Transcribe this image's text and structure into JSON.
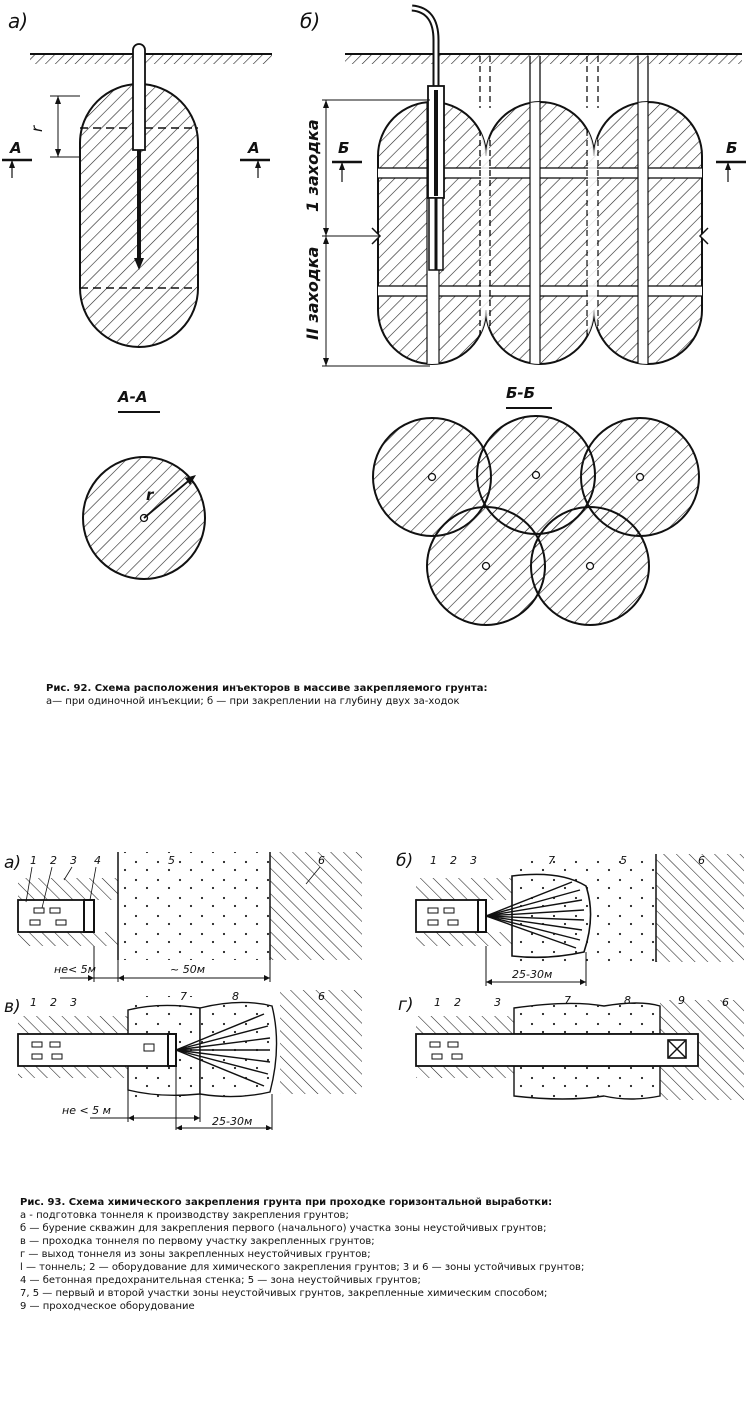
{
  "fig92": {
    "label_a": "а)",
    "label_b": "б)",
    "radius_label": "r",
    "section_a_left": "А",
    "section_a_right": "А",
    "section_b_left": "Б",
    "section_b_right": "Б",
    "zahodka_1": "1 заходка",
    "zahodka_2": "II заходка",
    "section_aa": "А-А",
    "section_bb": "Б-Б",
    "caption_title": "Рис. 92. Схема расположения инъекторов в массиве закрепляемого грунта:",
    "caption_text": "а— при одиночной инъекции; б — при закреплении на глубину двух за-ходок"
  },
  "fig93": {
    "label_a": "а)",
    "label_b": "б)",
    "label_v": "в)",
    "label_g": "г)",
    "a_nums": [
      "1",
      "2",
      "3",
      "4",
      "5",
      "6"
    ],
    "b_nums": [
      "1",
      "2",
      "3",
      "7",
      "5",
      "6"
    ],
    "v_nums": [
      "1",
      "2",
      "3",
      "7",
      "8",
      "6"
    ],
    "g_nums": [
      "1",
      "2",
      "3",
      "7",
      "8",
      "9",
      "6"
    ],
    "dim_ne5_a": "не< 5м",
    "dim_50": "~ 50м",
    "dim_2530_b": "25-30м",
    "dim_ne5_v": "не < 5 м",
    "dim_2530_v": "25-30м",
    "caption_title": "Рис. 93. Схема химического закрепления грунта при проходке горизонтальной выработки:",
    "caption_lines": [
      "а - подготовка тоннеля к производству закрепления грунтов;",
      "б — бурение скважин для закрепления первого (начального) участка зоны неустойчивых грунтов;",
      "в — проходка тоннеля по первому участку закрепленных грунтов;",
      "г — выход тоннеля из зоны закрепленных неустойчивых грунтов;",
      "l — тоннель; 2 — оборудование для химического закрепления грунтов; 3 и 6 — зоны устойчивых грунтов;",
      "4 — бетонная предохранительная стенка; 5 — зона неустойчивых грунтов;",
      "7, 5 — первый и второй участки зоны неустойчивых грунтов, закрепленные химическим способом;",
      "9 — проходческое оборудование"
    ]
  }
}
